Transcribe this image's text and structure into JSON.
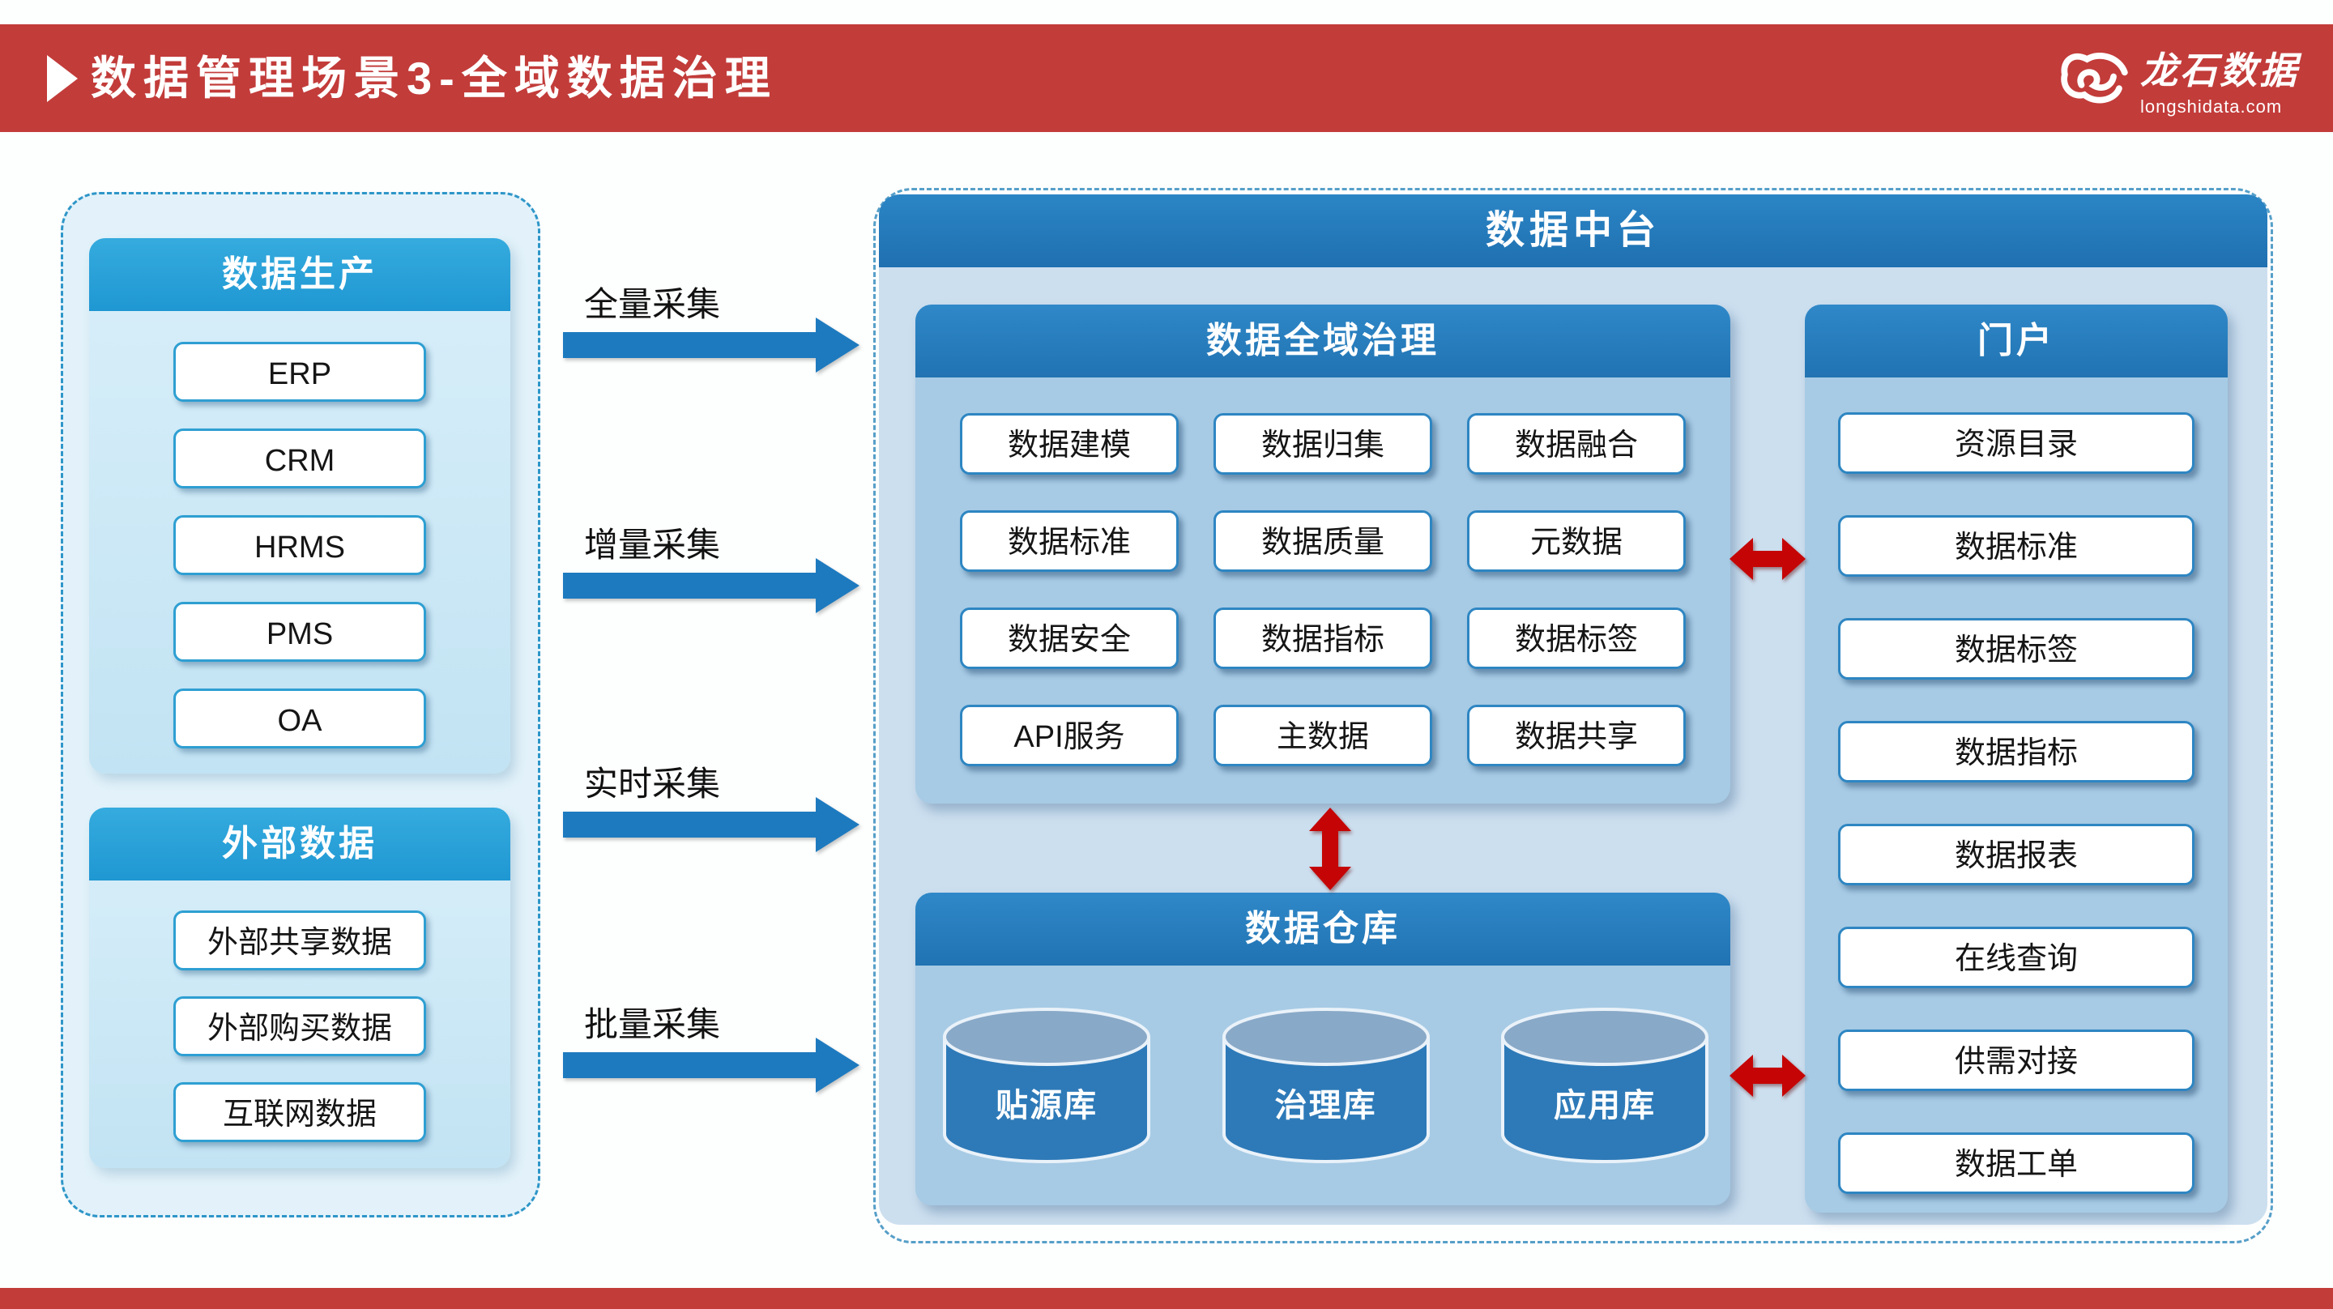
{
  "banner": {
    "title": "数据管理场景3-全域数据治理",
    "logo_name": "龙石数据",
    "logo_domain": "longshidata.com"
  },
  "colors": {
    "banner_red": "#C23C3A",
    "connector_red": "#C50505",
    "source_header_blue": "#29A3D9",
    "platform_header_blue": "#2478B8",
    "subpanel_header_blue": "#2A80C0",
    "collect_arrow_blue": "#1D7ABF",
    "platform_body": "#CCDFEF",
    "subpanel_body": "#A7CBE5",
    "source_outer_bg": "#E3F2FA"
  },
  "sources": {
    "producers": {
      "title": "数据生产",
      "items": [
        "ERP",
        "CRM",
        "HRMS",
        "PMS",
        "OA"
      ]
    },
    "external": {
      "title": "外部数据",
      "items": [
        "外部共享数据",
        "外部购买数据",
        "互联网数据"
      ]
    }
  },
  "collection": {
    "labels": [
      "全量采集",
      "增量采集",
      "实时采集",
      "批量采集"
    ]
  },
  "platform": {
    "title": "数据中台",
    "governance": {
      "title": "数据全域治理",
      "items": [
        "数据建模",
        "数据归集",
        "数据融合",
        "数据标准",
        "数据质量",
        "元数据",
        "数据安全",
        "数据指标",
        "数据标签",
        "API服务",
        "主数据",
        "数据共享"
      ]
    },
    "warehouse": {
      "title": "数据仓库",
      "cylinders": [
        "贴源库",
        "治理库",
        "应用库"
      ]
    },
    "portal": {
      "title": "门户",
      "items": [
        "资源目录",
        "数据标准",
        "数据标签",
        "数据指标",
        "数据报表",
        "在线查询",
        "供需对接",
        "数据工单"
      ]
    }
  }
}
